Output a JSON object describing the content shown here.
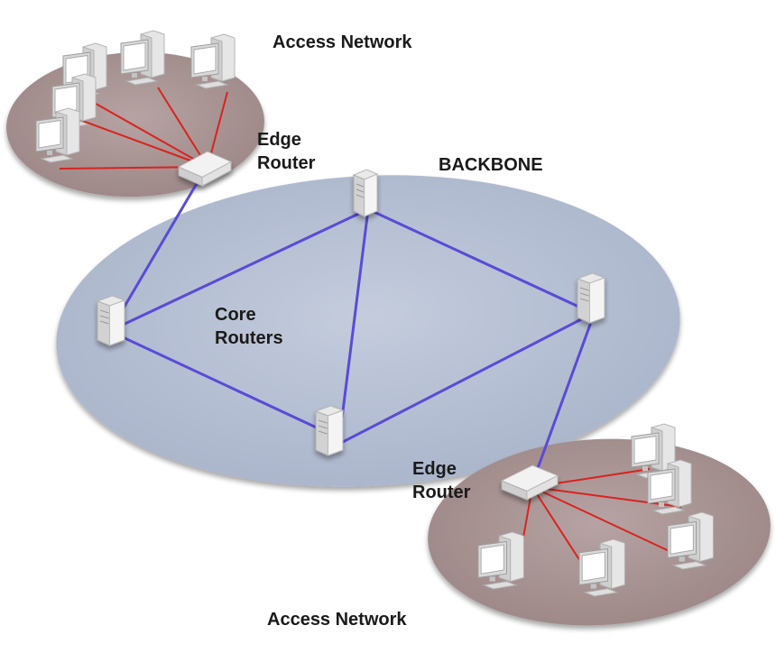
{
  "labels": {
    "access_top": "Access Network",
    "access_bottom": "Access Network",
    "edge_top_line1": "Edge",
    "edge_top_line2": "Router",
    "edge_bottom_line1": "Edge",
    "edge_bottom_line2": "Router",
    "backbone": "BACKBONE",
    "core_line1": "Core",
    "core_line2": "Routers"
  },
  "colors": {
    "backbone_fill": "#b4bed2",
    "access_fill": "#a99494",
    "backbone_link": "#5a4bd6",
    "access_link": "#d9231f",
    "device_light": "#f2f2f2",
    "device_shade": "#c9c9c9",
    "screen": "#ffffff"
  },
  "icons": {
    "core_router": "server-tower-icon",
    "edge_router": "flat-router-icon",
    "host": "desktop-computer-icon"
  }
}
